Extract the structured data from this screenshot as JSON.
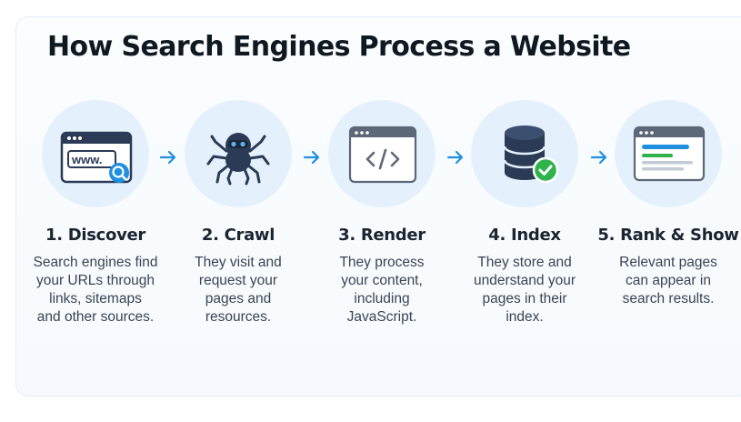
{
  "title": "How Search Engines Process a Website",
  "colors": {
    "accent": "#1f8fe0",
    "dark_blue": "#2b3a55",
    "green": "#2fb34a",
    "circle_bg": "#e4f1fc"
  },
  "steps": [
    {
      "title": "1. Discover",
      "desc": "Search engines find\nyour URLs through\nlinks, sitemaps\nand other sources.",
      "icon": "browser-search-icon",
      "url_text": "www."
    },
    {
      "title": "2. Crawl",
      "desc": "They visit and\nrequest your\npages and\nresources.",
      "icon": "spider-robot-icon"
    },
    {
      "title": "3. Render",
      "desc": "They process\nyour content,\nincluding\nJavaScript.",
      "icon": "code-window-icon"
    },
    {
      "title": "4. Index",
      "desc": "They store and\nunderstand your\npages in their\nindex.",
      "icon": "database-check-icon"
    },
    {
      "title": "5. Rank & Show",
      "desc": "Relevant pages\ncan appear in\nsearch results.",
      "icon": "search-results-window-icon"
    }
  ]
}
